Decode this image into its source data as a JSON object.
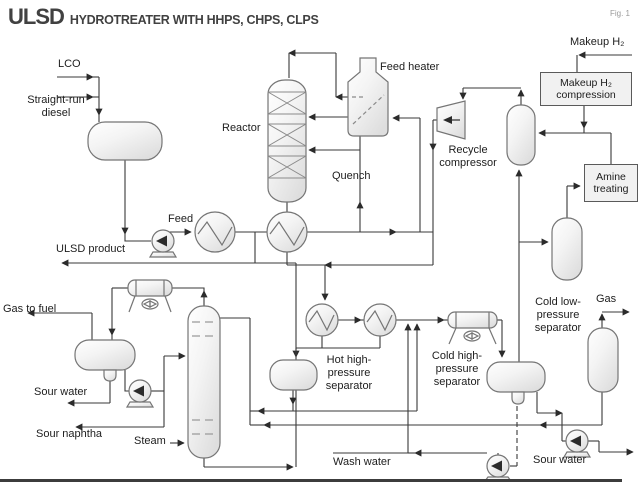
{
  "header": {
    "title_main": "ULSD",
    "title_rest": "HYDROTREATER WITH HHPS, CHPS, CLPS",
    "figure": "Fig. 1"
  },
  "streams": {
    "lco": "LCO",
    "straight_run_diesel": "Straight-run\ndiesel",
    "feed": "Feed",
    "ulsd_product": "ULSD product",
    "quench": "Quench",
    "makeup_h2": "Makeup H₂",
    "gas_to_fuel": "Gas to fuel",
    "sour_water_left": "Sour water",
    "sour_naphtha": "Sour naphtha",
    "steam": "Steam",
    "gas": "Gas",
    "wash_water": "Wash water",
    "sour_water_right": "Sour water"
  },
  "equipment": {
    "reactor": "Reactor",
    "feed_heater": "Feed heater",
    "recycle_compressor": "Recycle\ncompressor",
    "makeup_h2_compression": "Makeup H₂\ncompression",
    "amine_treating": "Amine\ntreating",
    "hot_high_pressure_separator": "Hot high-\npressure\nseparator",
    "cold_high_pressure_separator": "Cold high-\npressure\nseparator",
    "cold_low_pressure_separator": "Cold low-\npressure\nseparator"
  },
  "colors": {
    "line": "#3a3a3a",
    "equipment_stroke": "#757575",
    "label": "#1d1d1d",
    "title": "#414141"
  }
}
